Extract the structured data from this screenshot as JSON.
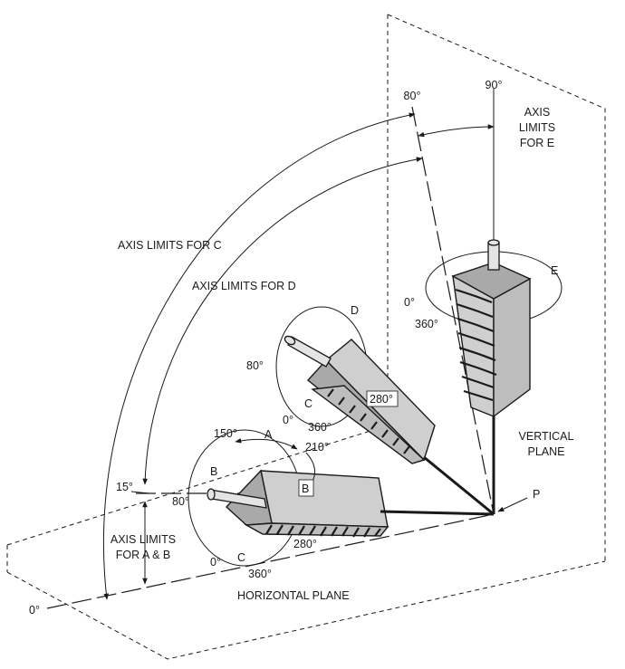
{
  "labels": {
    "deg_80_top": "80°",
    "deg_90_top": "90°",
    "axis_limits_e": [
      "AXIS",
      "LIMITS",
      "FOR E"
    ],
    "axis_limits_c": "AXIS LIMITS FOR C",
    "axis_limits_d": "AXIS LIMITS FOR D",
    "d_label": "D",
    "e_label": "E",
    "e_0": "0°",
    "e_360": "360°",
    "d_80": "80°",
    "d_c": "C",
    "d_0": "0°",
    "d_360": "360°",
    "d_280": "280°",
    "a_150": "150°",
    "a_label": "A",
    "a_210": "210°",
    "b_label": "B",
    "b_box": "B",
    "deg_15": "15°",
    "a_80": "80°",
    "axis_limits_ab": [
      "AXIS LIMITS",
      "FOR A & B"
    ],
    "a_0": "0°",
    "a_c": "C",
    "a_280": "280°",
    "a_360": "360°",
    "vertical_plane": [
      "VERTICAL",
      "PLANE"
    ],
    "p_label": "P",
    "horizontal_plane": "HORIZONTAL PLANE",
    "deg_0_bottom": "0°"
  }
}
